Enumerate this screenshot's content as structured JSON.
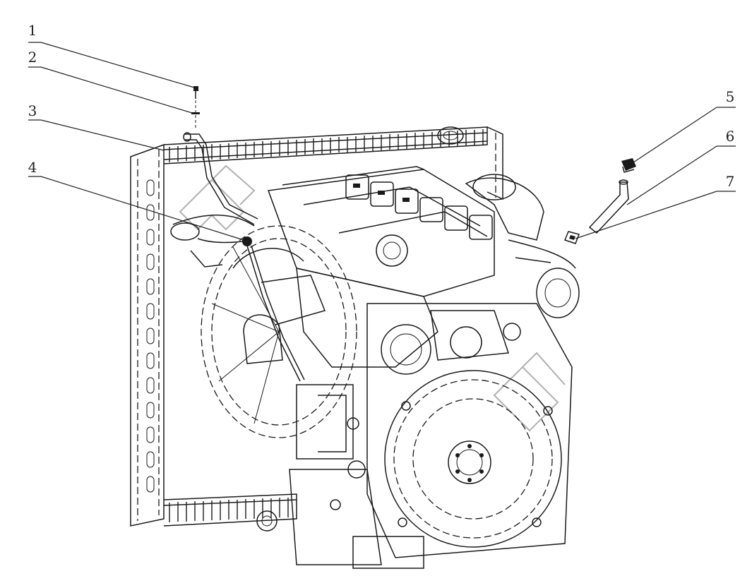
{
  "diagram": {
    "type": "exploded-parts-view",
    "callouts": [
      {
        "id": "callout-1",
        "label": "1"
      },
      {
        "id": "callout-2",
        "label": "2"
      },
      {
        "id": "callout-3",
        "label": "3"
      },
      {
        "id": "callout-4",
        "label": "4"
      },
      {
        "id": "callout-5",
        "label": "5"
      },
      {
        "id": "callout-6",
        "label": "6"
      },
      {
        "id": "callout-7",
        "label": "7"
      }
    ]
  },
  "colors": {
    "line": "#1a1a1a",
    "background": "#ffffff",
    "watermark": "#b0b0b0"
  }
}
